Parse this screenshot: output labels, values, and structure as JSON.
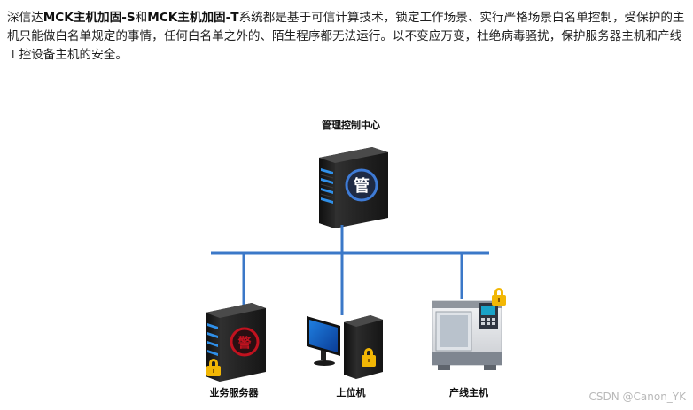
{
  "paragraph": {
    "p1": "深信达",
    "bold1": "MCK主机加固-S",
    "p2": "和",
    "bold2": "MCK主机加固-T",
    "p3": "系统都是基于可信计算技术，锁定工作场景、实行严格场景白名单控制，受保护的主机只能做白名单规定的事情，任何白名单之外的、陌生程序都无法运行。以不变应万变，杜绝病毒骚扰，保护服务器主机和产线工控设备主机的安全。"
  },
  "diagram": {
    "top_node": {
      "label": "管理控制中心",
      "badge": "管"
    },
    "bottom_nodes": [
      {
        "label": "业务服务器",
        "badge": "警"
      },
      {
        "label": "上位机"
      },
      {
        "label": "产线主机"
      }
    ],
    "line_color": "#3b78c8"
  },
  "watermark": "CSDN @Canon_YK"
}
